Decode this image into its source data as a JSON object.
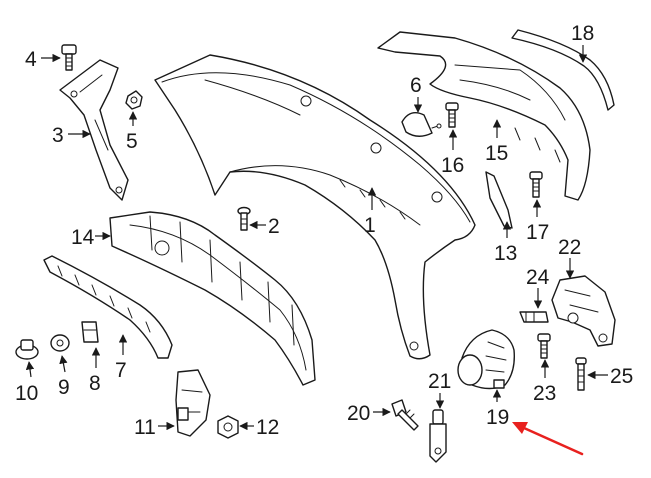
{
  "diagram": {
    "callouts": [
      {
        "id": "c1",
        "label": "1"
      },
      {
        "id": "c2",
        "label": "2"
      },
      {
        "id": "c3",
        "label": "3"
      },
      {
        "id": "c4",
        "label": "4"
      },
      {
        "id": "c5",
        "label": "5"
      },
      {
        "id": "c6",
        "label": "6"
      },
      {
        "id": "c7",
        "label": "7"
      },
      {
        "id": "c8",
        "label": "8"
      },
      {
        "id": "c9",
        "label": "9"
      },
      {
        "id": "c10",
        "label": "10"
      },
      {
        "id": "c11",
        "label": "11"
      },
      {
        "id": "c12",
        "label": "12"
      },
      {
        "id": "c13",
        "label": "13"
      },
      {
        "id": "c14",
        "label": "14"
      },
      {
        "id": "c15",
        "label": "15"
      },
      {
        "id": "c16",
        "label": "16"
      },
      {
        "id": "c17",
        "label": "17"
      },
      {
        "id": "c18",
        "label": "18"
      },
      {
        "id": "c19",
        "label": "19"
      },
      {
        "id": "c20",
        "label": "20"
      },
      {
        "id": "c21",
        "label": "21"
      },
      {
        "id": "c22",
        "label": "22"
      },
      {
        "id": "c23",
        "label": "23"
      },
      {
        "id": "c24",
        "label": "24"
      },
      {
        "id": "c25",
        "label": "25"
      }
    ],
    "highlight": {
      "target": "19",
      "color": "#e8211f"
    }
  }
}
